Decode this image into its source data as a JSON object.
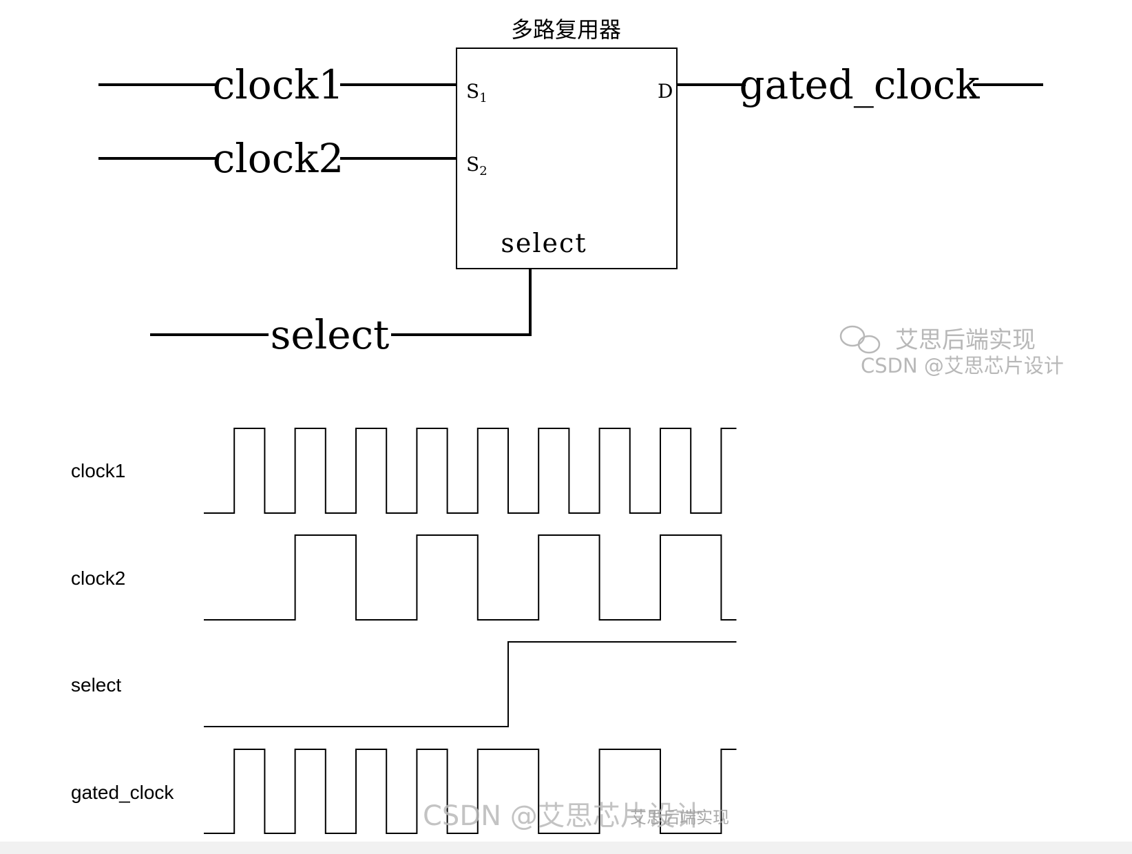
{
  "mux": {
    "title": "多路复用器",
    "port_s1": "S",
    "port_s1_sub": "1",
    "port_s2": "S",
    "port_s2_sub": "2",
    "port_d": "D",
    "port_select": "select"
  },
  "wires": {
    "clock1": "clock1",
    "clock2": "clock2",
    "select": "select",
    "gated_clock": "gated_clock"
  },
  "timing": {
    "signals": [
      {
        "name": "clock1",
        "edges": [
          0,
          1,
          2,
          3,
          4,
          5,
          6,
          7,
          8,
          9,
          10,
          11,
          12,
          13,
          14,
          15,
          16
        ],
        "initial": 0
      },
      {
        "name": "clock2",
        "edges": [
          2,
          4,
          6,
          8,
          10,
          12,
          14,
          16
        ],
        "initial": 0
      },
      {
        "name": "select",
        "edges": [
          9
        ],
        "initial": 0
      },
      {
        "name": "gated_clock",
        "edges": [
          0,
          1,
          2,
          3,
          4,
          5,
          6,
          7,
          8,
          10,
          12,
          14,
          16
        ],
        "initial": 0
      }
    ]
  },
  "watermarks": {
    "wechat": "艾思后端实现",
    "csdn_top": "CSDN @艾思芯片设计",
    "csdn_bottom": "CSDN @艾思芯片设计",
    "bottom_small": "艾思后端实现"
  },
  "colors": {
    "line": "#000000",
    "watermark": "#b8b8b8"
  }
}
